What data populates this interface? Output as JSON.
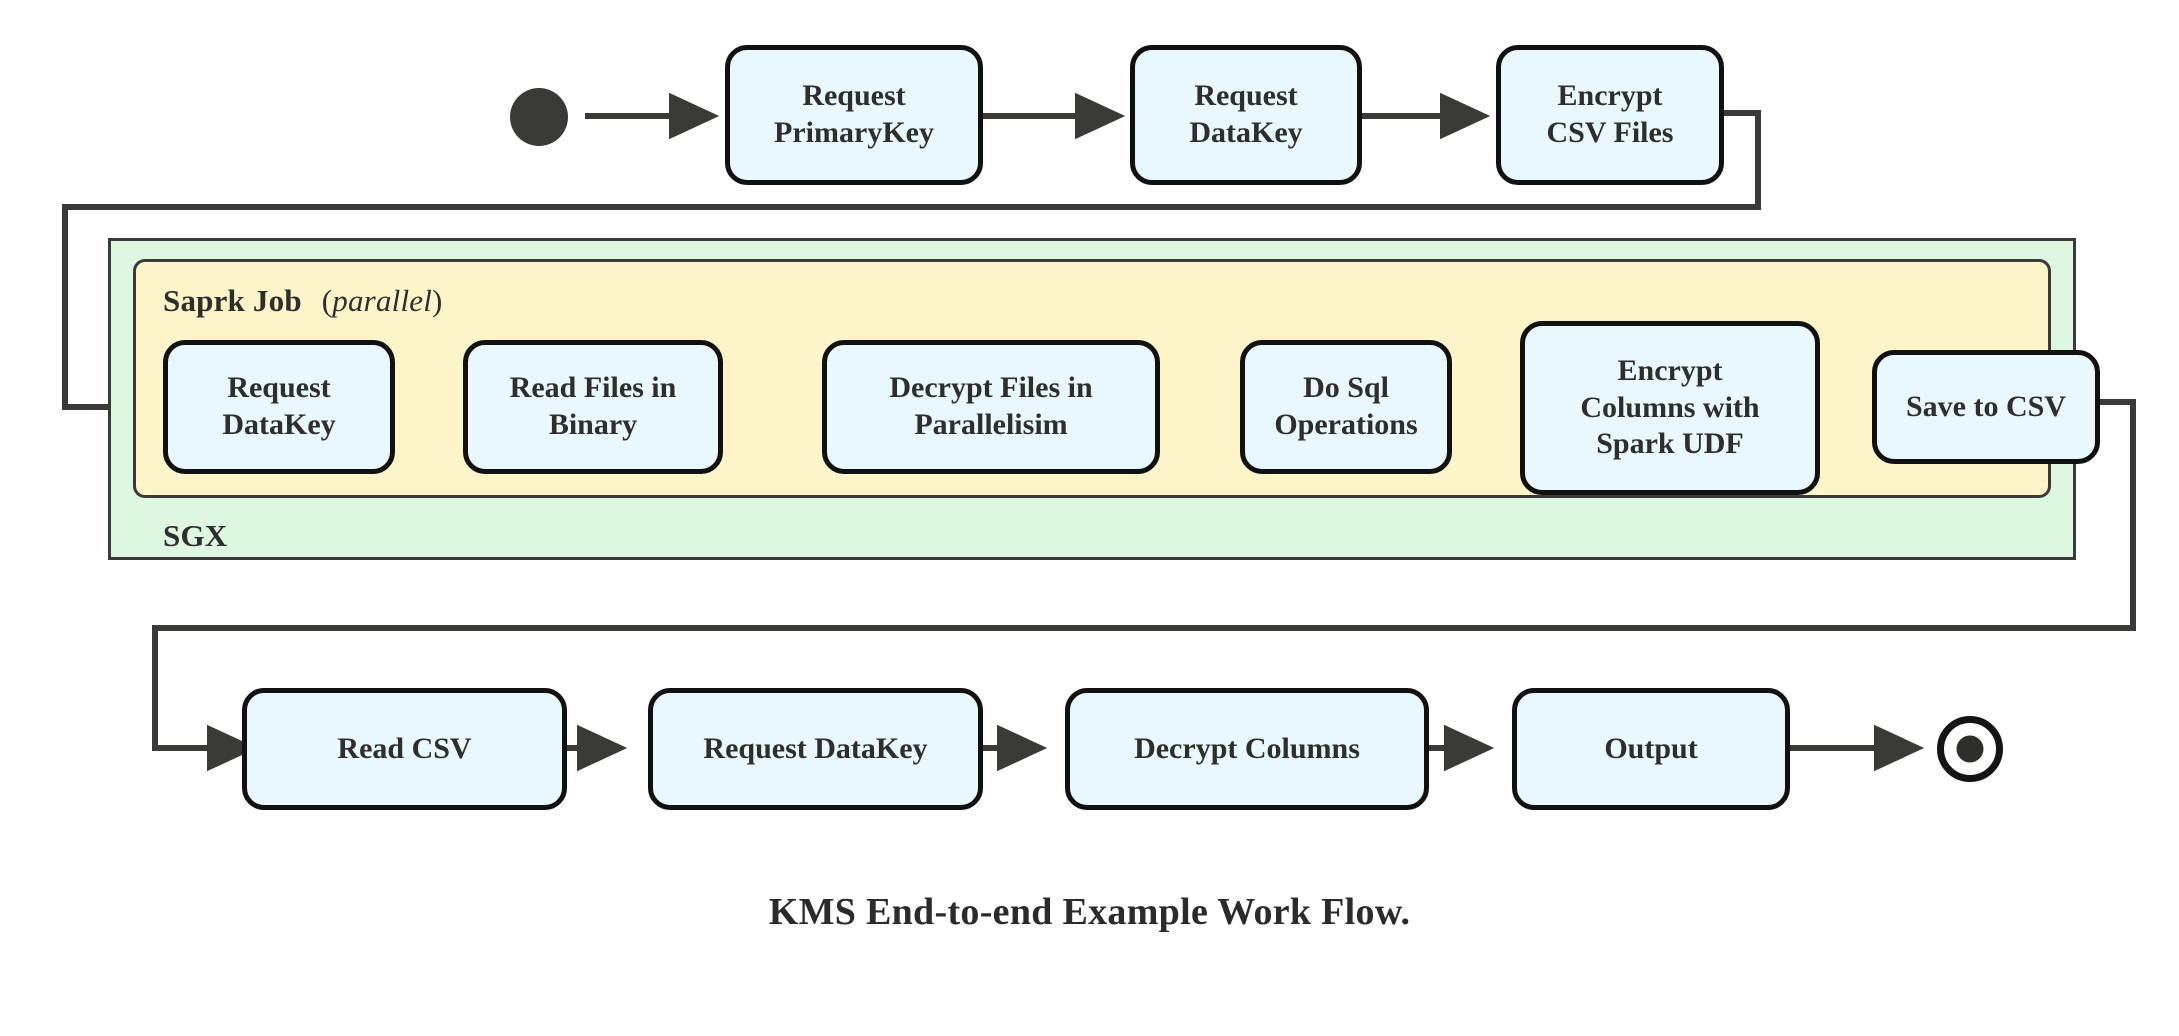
{
  "diagram": {
    "caption": "KMS End-to-end Example Work Flow.",
    "colors": {
      "node_fill": "#e8f8fd",
      "node_stroke": "#111111",
      "sgx_fill": "#ddf7e0",
      "spark_fill": "#fdf5c9",
      "region_stroke": "#3a3a38",
      "edge_stroke": "#3a3a38",
      "text": "#2e2e2c",
      "background": "#ffffff"
    },
    "terminals": {
      "start": "start-node",
      "end": "end-node"
    },
    "regions": [
      {
        "id": "sgx",
        "label": "SGX",
        "label_style": "bold",
        "fill": "#ddf7e0"
      },
      {
        "id": "spark",
        "label_main": "Saprk Job",
        "label_paren": "(parallel)",
        "label_italic_word": "parallel",
        "fill": "#fdf5c9"
      }
    ],
    "rows": {
      "top": [
        {
          "id": "request-primarykey",
          "label": "Request\nPrimaryKey"
        },
        {
          "id": "request-datakey-top",
          "label": "Request\nDataKey"
        },
        {
          "id": "encrypt-csv-files",
          "label": "Encrypt\nCSV Files"
        }
      ],
      "middle": [
        {
          "id": "request-datakey-spark",
          "label": "Request\nDataKey"
        },
        {
          "id": "read-files-in-binary",
          "label": "Read Files in\nBinary"
        },
        {
          "id": "decrypt-files-in-parallelisim",
          "label": "Decrypt Files in\nParallelisim"
        },
        {
          "id": "do-sql-operations",
          "label": "Do Sql\nOperations"
        },
        {
          "id": "encrypt-columns-with-spark-udf",
          "label": "Encrypt\nColumns with\nSpark UDF"
        },
        {
          "id": "save-to-csv",
          "label": "Save to CSV"
        }
      ],
      "bottom": [
        {
          "id": "read-csv",
          "label": "Read CSV"
        },
        {
          "id": "request-datakey-bottom",
          "label": "Request DataKey"
        },
        {
          "id": "decrypt-columns",
          "label": "Decrypt Columns"
        },
        {
          "id": "output",
          "label": "Output"
        }
      ]
    },
    "flow_order": [
      "start",
      "Request PrimaryKey",
      "Request DataKey",
      "Encrypt CSV Files",
      "Request DataKey",
      "Read Files in Binary",
      "Decrypt Files in Parallelisim",
      "Do Sql Operations",
      "Encrypt Columns with Spark UDF",
      "Save to CSV",
      "Read CSV",
      "Request DataKey",
      "Decrypt Columns",
      "Output",
      "end"
    ]
  }
}
